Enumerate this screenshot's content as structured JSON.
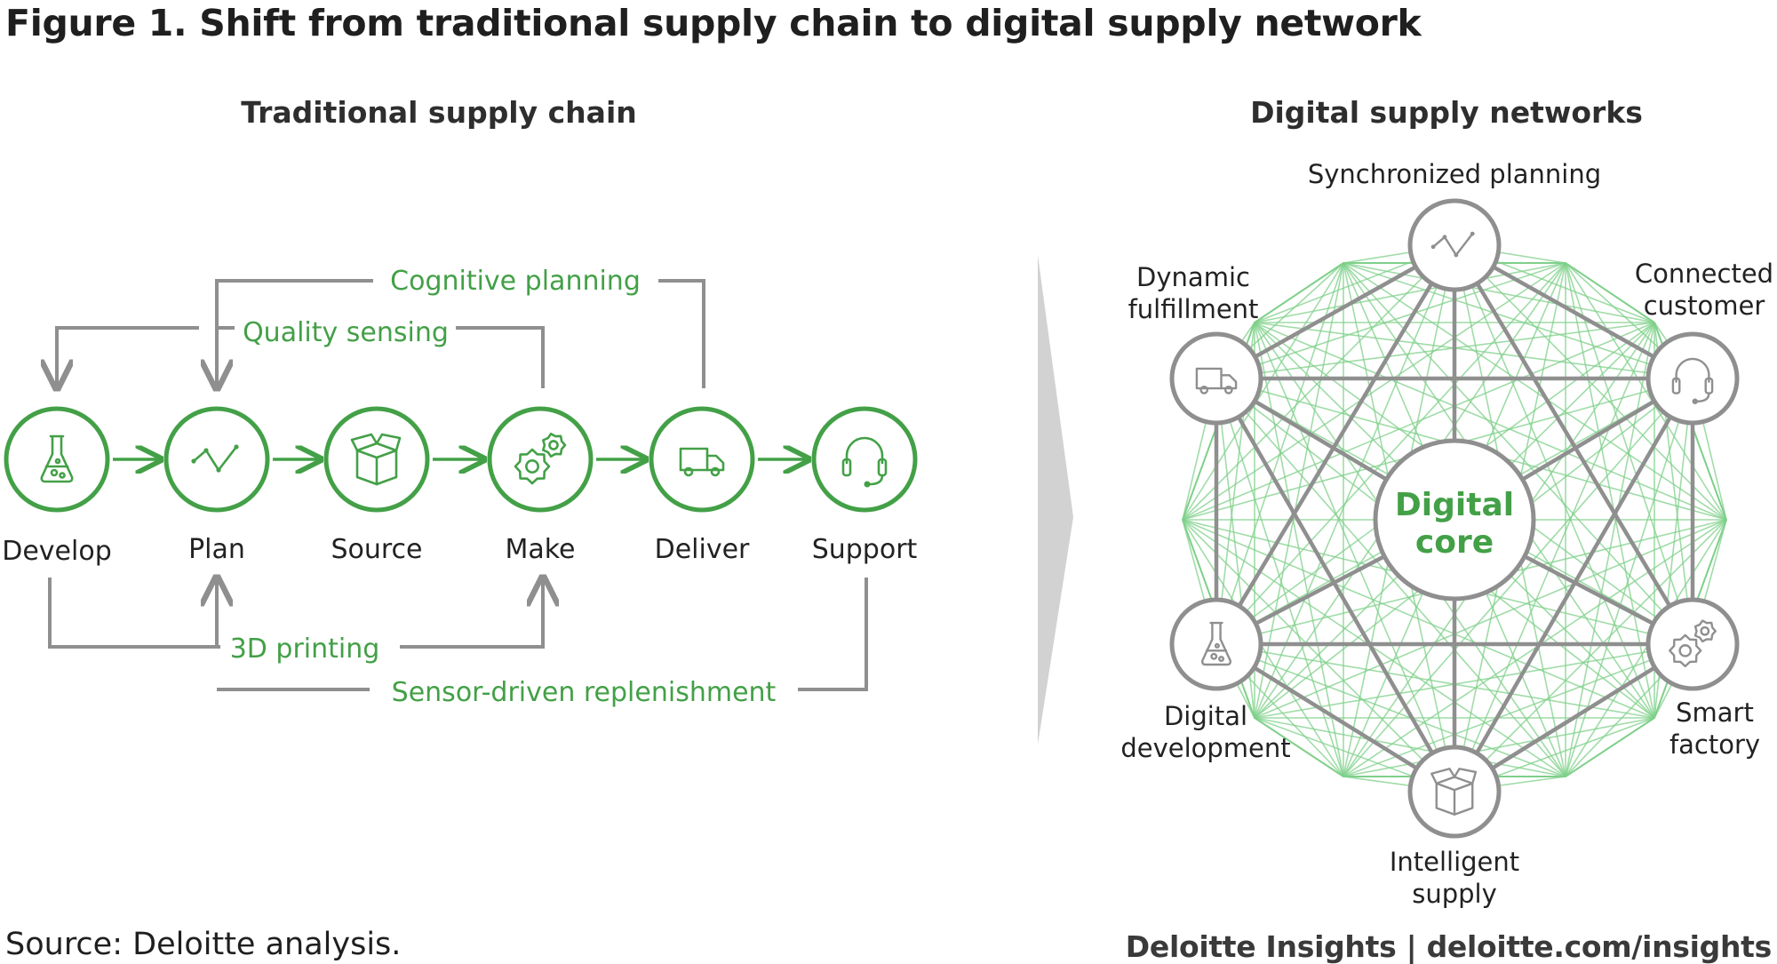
{
  "title": "Figure 1. Shift from traditional supply chain to digital supply network",
  "colors": {
    "green": "#43a047",
    "gray": "#8f8f8f",
    "mesh": "#7fd08a",
    "arrow": "#cfcfcf"
  },
  "traditional": {
    "heading": "Traditional supply chain",
    "steps": [
      {
        "label": "Develop",
        "icon": "flask-icon"
      },
      {
        "label": "Plan",
        "icon": "trend-line-icon"
      },
      {
        "label": "Source",
        "icon": "box-icon"
      },
      {
        "label": "Make",
        "icon": "gears-icon"
      },
      {
        "label": "Deliver",
        "icon": "truck-icon"
      },
      {
        "label": "Support",
        "icon": "headset-icon"
      }
    ],
    "feedback_labels": {
      "cognitive": "Cognitive planning",
      "quality": "Quality sensing",
      "printing": "3D printing",
      "replenishment": "Sensor-driven replenishment"
    }
  },
  "digital": {
    "heading": "Digital supply networks",
    "core": {
      "line1": "Digital",
      "line2": "core"
    },
    "nodes": [
      {
        "lines": [
          "Synchronized planning"
        ],
        "icon": "trend-line-icon"
      },
      {
        "lines": [
          "Connected",
          "customer"
        ],
        "icon": "headset-icon"
      },
      {
        "lines": [
          "Smart",
          "factory"
        ],
        "icon": "gears-icon"
      },
      {
        "lines": [
          "Intelligent",
          "supply"
        ],
        "icon": "box-icon"
      },
      {
        "lines": [
          "Digital",
          "development"
        ],
        "icon": "flask-icon"
      },
      {
        "lines": [
          "Dynamic",
          "fulfillment"
        ],
        "icon": "truck-icon"
      }
    ]
  },
  "footer": {
    "source": "Source: Deloitte analysis.",
    "brand": "Deloitte Insights",
    "separator": " | ",
    "url": "deloitte.com/insights"
  }
}
